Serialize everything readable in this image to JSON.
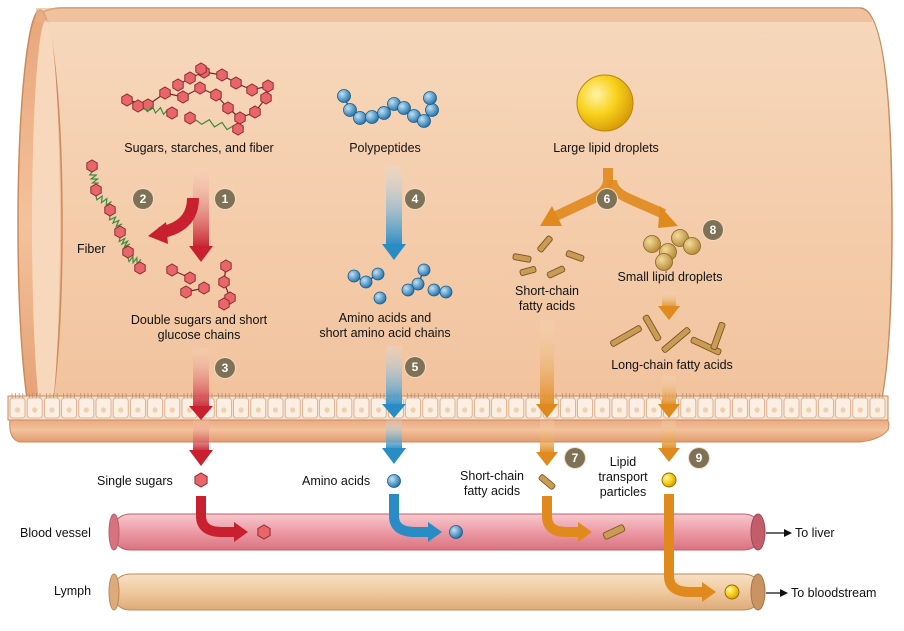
{
  "labels": {
    "sugars": "Sugars, starches, and fiber",
    "polypeptides": "Polypeptides",
    "large_lipid": "Large lipid droplets",
    "fiber": "Fiber",
    "double_sugars_1": "Double sugars and short",
    "double_sugars_2": "glucose chains",
    "amino_chains_1": "Amino acids and",
    "amino_chains_2": "short amino acid chains",
    "short_chain_1": "Short-chain",
    "short_chain_2": "fatty acids",
    "small_lipid": "Small lipid droplets",
    "long_chain": "Long-chain fatty acids",
    "single_sugars": "Single sugars",
    "amino_acids": "Amino acids",
    "short_chain_b1": "Short-chain",
    "short_chain_b2": "fatty acids",
    "lipid_transport_1": "Lipid",
    "lipid_transport_2": "transport",
    "lipid_transport_3": "particles",
    "blood_vessel": "Blood vessel",
    "lymph": "Lymph",
    "to_liver": "To liver",
    "to_bloodstream": "To bloodstream"
  },
  "steps": [
    "1",
    "2",
    "3",
    "4",
    "5",
    "6",
    "7",
    "8",
    "9"
  ],
  "colors": {
    "intestine": "#f3c9a4",
    "intestine_edge": "#c98c5e",
    "carb_arrow": "#c8202e",
    "protein_arrow": "#2a8cc4",
    "lipid_arrow": "#e08a1e",
    "sugar_hex": "#e8666a",
    "amino_bead": "#3d8fc8",
    "lipid_gold": "#f5c518",
    "blood_vessel": "#f0b0b8",
    "lymph": "#f2cfa8",
    "badge": "#7e7256"
  }
}
